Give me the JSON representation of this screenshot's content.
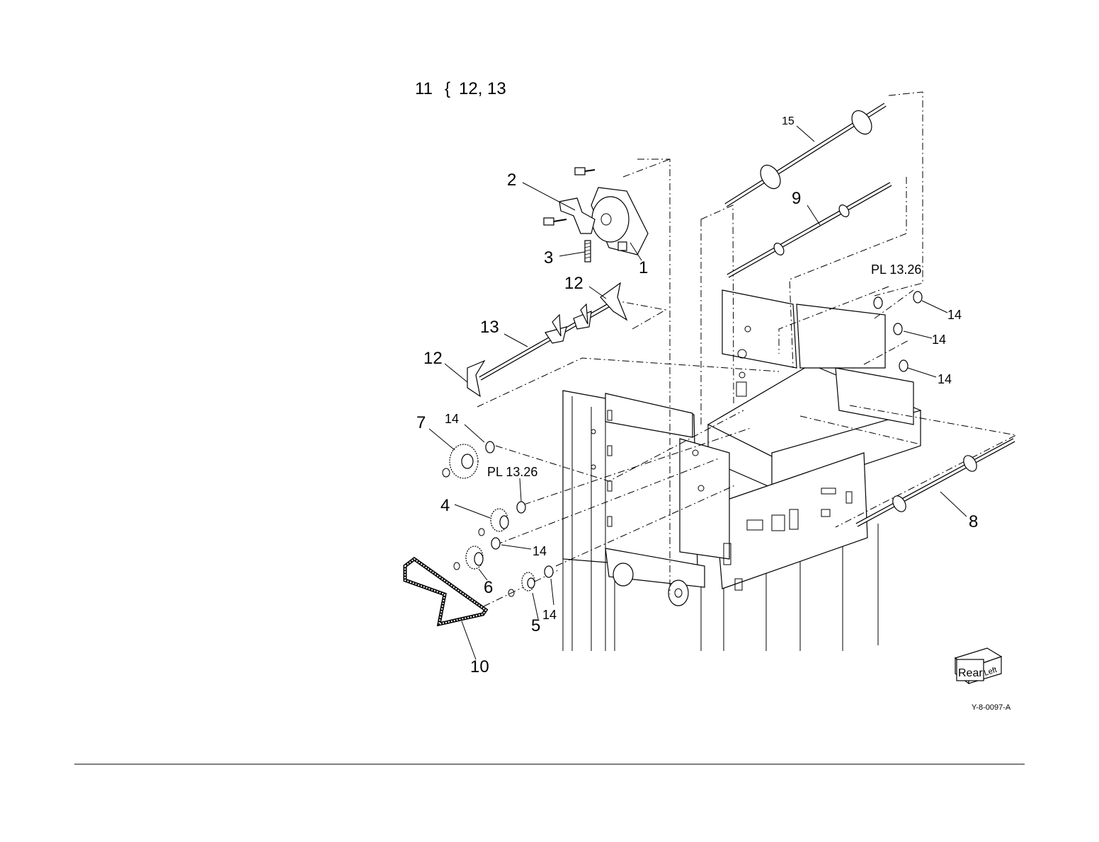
{
  "header": {
    "kit_num": "11",
    "kit_brace": "{",
    "kit_parts": "12, 13"
  },
  "callouts": {
    "c1": "1",
    "c2": "2",
    "c3": "3",
    "c4": "4",
    "c5": "5",
    "c6": "6",
    "c7": "7",
    "c8": "8",
    "c9": "9",
    "c10": "10",
    "c12a": "12",
    "c12b": "12",
    "c13": "13",
    "c14a": "14",
    "c14b": "14",
    "c14c": "14",
    "c14d": "14",
    "c14e": "14",
    "c14f": "14",
    "c15": "15",
    "pl_a": "PL 13.26",
    "pl_b": "PL 13.26"
  },
  "orientation_cube": {
    "top": "Rear",
    "side": "Left"
  },
  "figure_id": "Y-8-0097-A"
}
